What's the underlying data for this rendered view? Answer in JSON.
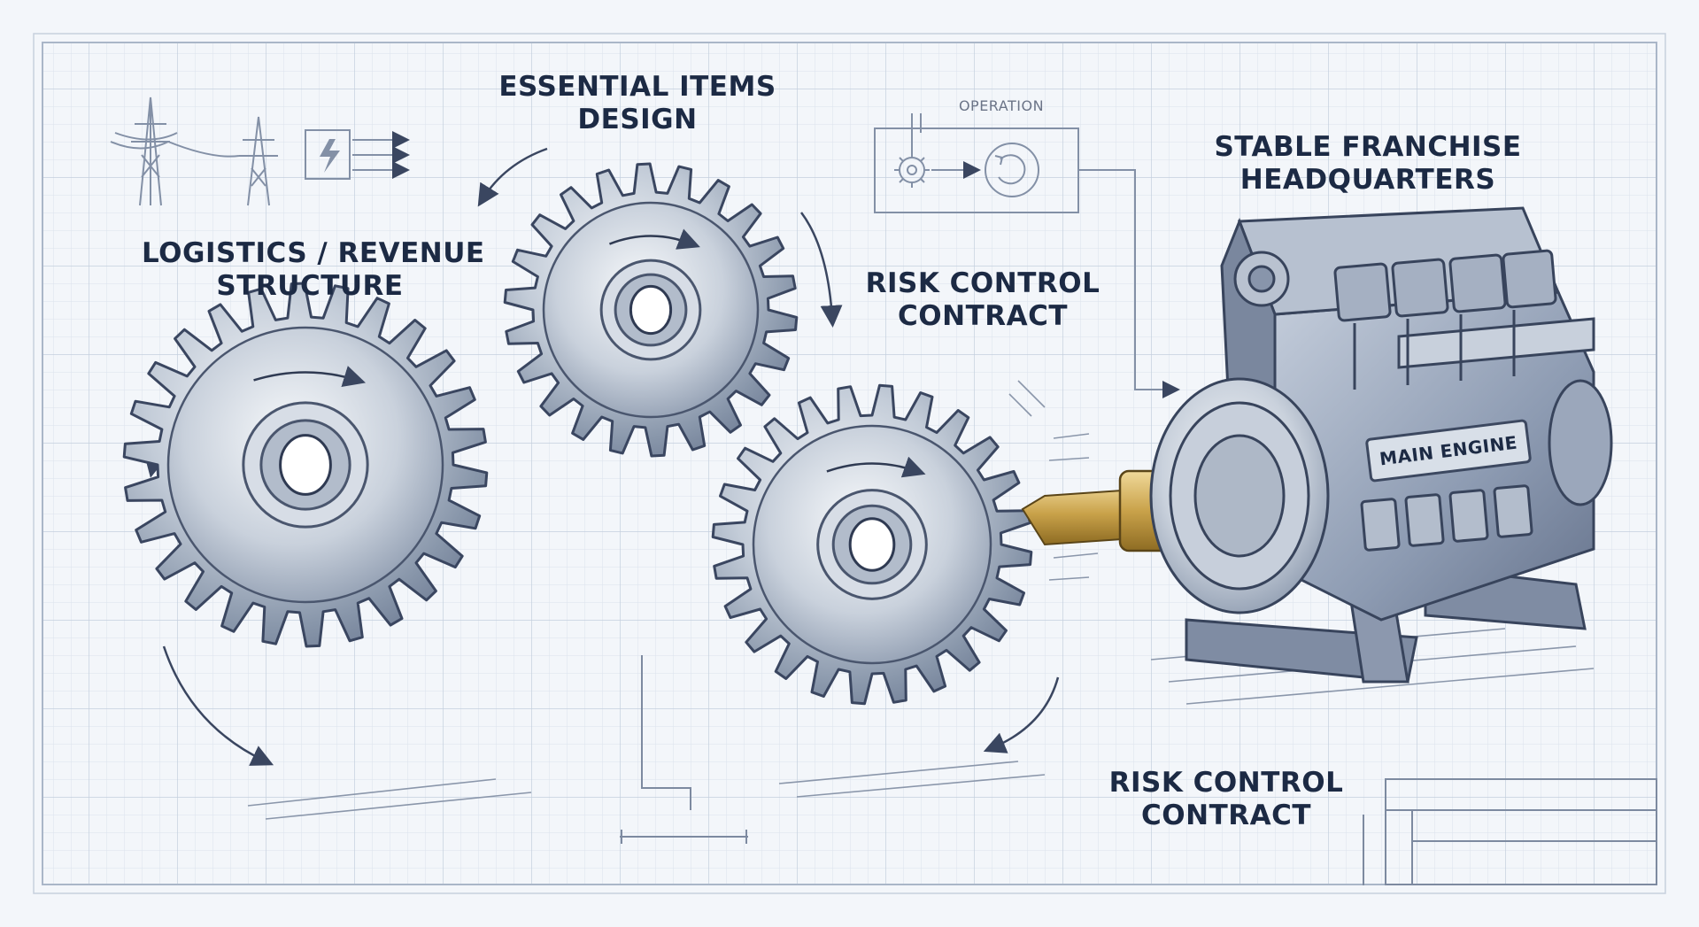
{
  "labels": {
    "essential_items": [
      "ESSENTIAL ITEMS",
      "DESIGN"
    ],
    "logistics": [
      "LOGISTICS / REVENUE",
      "STRUCTURE"
    ],
    "risk_control_top": [
      "RISK CONTROL",
      "CONTRACT"
    ],
    "risk_control_bottom": [
      "RISK CONTROL",
      "CONTRACT"
    ],
    "headquarters": [
      "STABLE FRANCHISE",
      "HEADQUARTERS"
    ],
    "operation": "OPERATION",
    "main_engine": "MAIN ENGINE"
  },
  "colors": {
    "paper": "#f3f6fa",
    "grid": "#cfd8e6",
    "ink": "#1c2a44",
    "steel_light": "#e6ebf1",
    "steel_mid": "#a9b4c2",
    "steel_dark": "#55627a",
    "brass": "#c9a24a",
    "engine_body": "#9aa7bc"
  },
  "icons": [
    "power-tower-icon",
    "lightning-box-icon",
    "gear-small-icon",
    "cycle-icon"
  ]
}
